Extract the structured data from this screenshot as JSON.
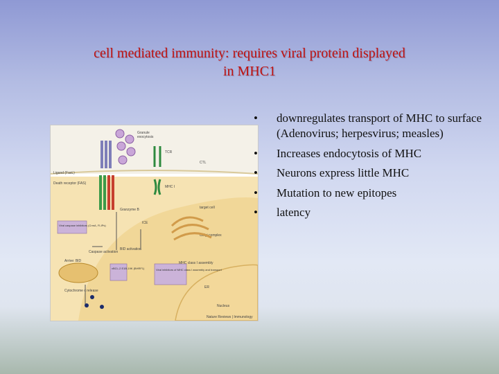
{
  "slide": {
    "title_line1": "cell mediated immunity: requires viral protein displayed",
    "title_line2": "in MHC1"
  },
  "bullets": [
    {
      "marker": "•",
      "text": "downregulates transport of MHC to surface (Adenovirus; herpesvirus; measles)"
    },
    {
      "marker": "•",
      "text": "Increases endocytosis of MHC"
    },
    {
      "marker": "•",
      "text": "Neurons express little MHC"
    },
    {
      "marker": "•",
      "text": "Mutation to new epitopes"
    },
    {
      "marker": "•",
      "text": "latency"
    }
  ],
  "figure": {
    "labels": {
      "granule": "Granule",
      "exocytosis": "exocytosis",
      "ctl": "CTL",
      "ligand": "Ligand (FasL)",
      "death_receptor": "Death receptor (FAS)",
      "tcr": "TCR",
      "mhc": "MHC I",
      "granzyme": "Granzyme B",
      "target_cell": "target cell",
      "ice": "ICE",
      "viral_caspase": "Viral caspase inhibitors (CrmA, FLIPs)",
      "caspase_activation": "Caspase activation",
      "bid": "BID activation",
      "golgi": "Golgi complex",
      "arrive": "Arrive: BID",
      "bcl": "vBCL-2 E1B-19K (BHRF1)",
      "viral_mhc": "Viral inhibitors of MHC class I assembly and transport",
      "mhc_assembly": "MHC class I assembly",
      "er": "ER",
      "cytochrome": "Cytochrome c release",
      "nucleus": "Nucleus",
      "credit": "Nature Reviews | Immunology"
    }
  }
}
